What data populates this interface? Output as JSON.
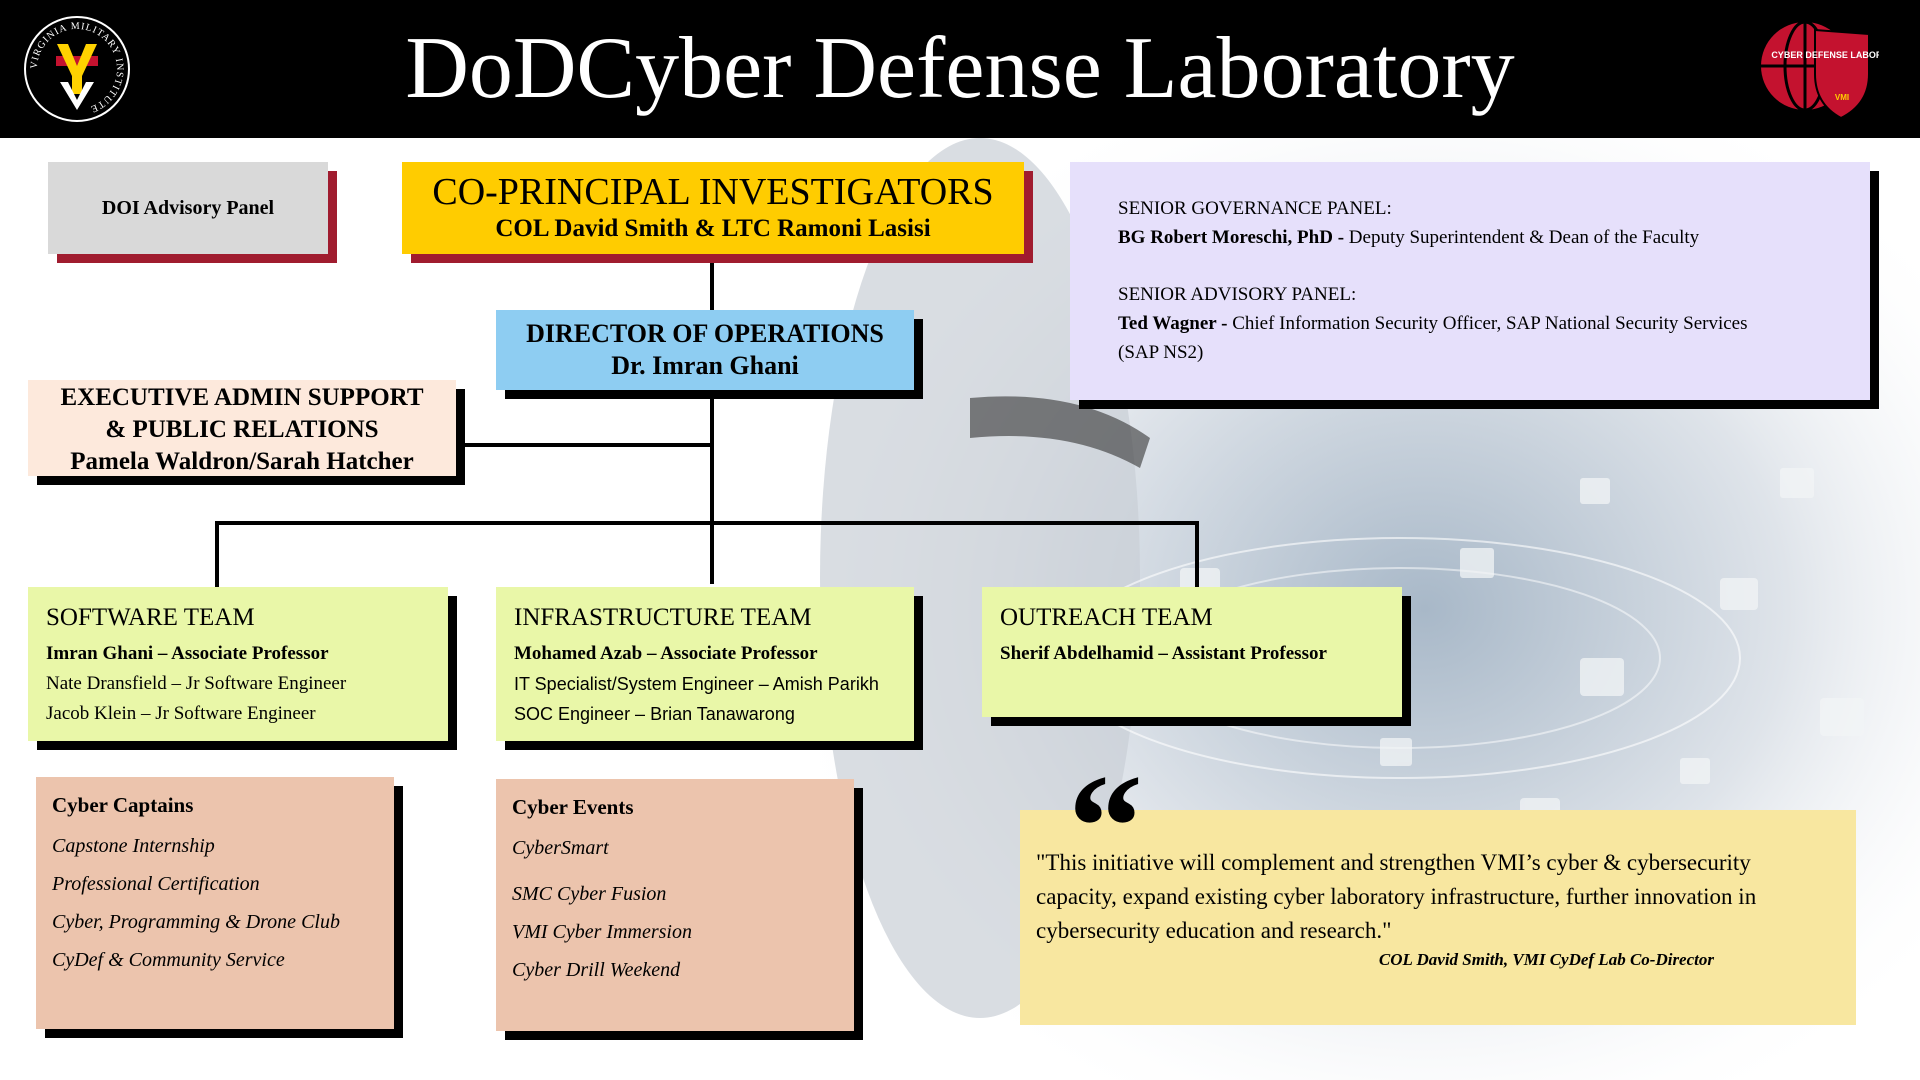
{
  "header": {
    "title": "DoDCyber Defense Laboratory"
  },
  "logos": {
    "left": {
      "text": "VIRGINIA MILITARY INSTITUTE",
      "monogram": "VMI"
    },
    "right": {
      "text": "CYBER DEFENSE LABORATORY",
      "sub": "VMI"
    }
  },
  "doi_panel": {
    "label": "DOI Advisory Panel"
  },
  "co_pi": {
    "heading": "CO-PRINCIPAL INVESTIGATORS",
    "names": "COL David Smith & LTC Ramoni Lasisi"
  },
  "director": {
    "heading": "DIRECTOR OF OPERATIONS",
    "name": "Dr. Imran Ghani"
  },
  "exec_admin": {
    "line1": "EXECUTIVE ADMIN SUPPORT",
    "line2": "& PUBLIC RELATIONS",
    "names": "Pamela Waldron/Sarah Hatcher"
  },
  "governance": {
    "senior_governance_title": "SENIOR GOVERNANCE PANEL:",
    "senior_governance_name": "BG Robert Moreschi, PhD -",
    "senior_governance_role": " Deputy Superintendent & Dean of the Faculty",
    "senior_advisory_title": "SENIOR ADVISORY PANEL:",
    "senior_advisory_name": "Ted Wagner -",
    "senior_advisory_role": " Chief Information Security Officer,  SAP National Security Services (SAP NS2)"
  },
  "teams": [
    {
      "heading": "SOFTWARE TEAM",
      "lead": "Imran Ghani – Associate Professor",
      "members": [
        "Nate Dransfield – Jr Software Engineer",
        "Jacob Klein – Jr Software Engineer"
      ]
    },
    {
      "heading": "INFRASTRUCTURE TEAM",
      "lead": "Mohamed Azab – Associate Professor",
      "members": [
        "IT Specialist/System Engineer – Amish Parikh",
        "SOC Engineer – Brian  Tanawarong"
      ]
    },
    {
      "heading": "OUTREACH  TEAM",
      "lead": "Sherif Abdelhamid – Assistant Professor",
      "members": []
    }
  ],
  "cyber_captains": {
    "heading": "Cyber Captains",
    "items": [
      "Capstone  Internship",
      "Professional Certification",
      "Cyber, Programming & Drone Club",
      "CyDef & Community Service"
    ]
  },
  "cyber_events": {
    "heading": "Cyber Events",
    "items": [
      "CyberSmart",
      "SMC Cyber Fusion",
      "VMI Cyber Immersion",
      "Cyber Drill Weekend"
    ]
  },
  "quote": {
    "mark": "“",
    "text": "\"This initiative will complement and strengthen VMI’s cyber & cybersecurity capacity, expand existing cyber laboratory infrastructure, further innovation in cybersecurity education and research.\"",
    "attribution": "COL David Smith, VMI CyDef Lab Co-Director"
  },
  "colors": {
    "header_bg": "#000000",
    "co_pi": "#ffcc00",
    "director": "#8ecdf2",
    "teams": "#e9f7a8",
    "cards": "#ecc4ad",
    "governance": "#e6e0fb",
    "quote": "#f8e7a0",
    "accent_red": "#a01c2f"
  }
}
